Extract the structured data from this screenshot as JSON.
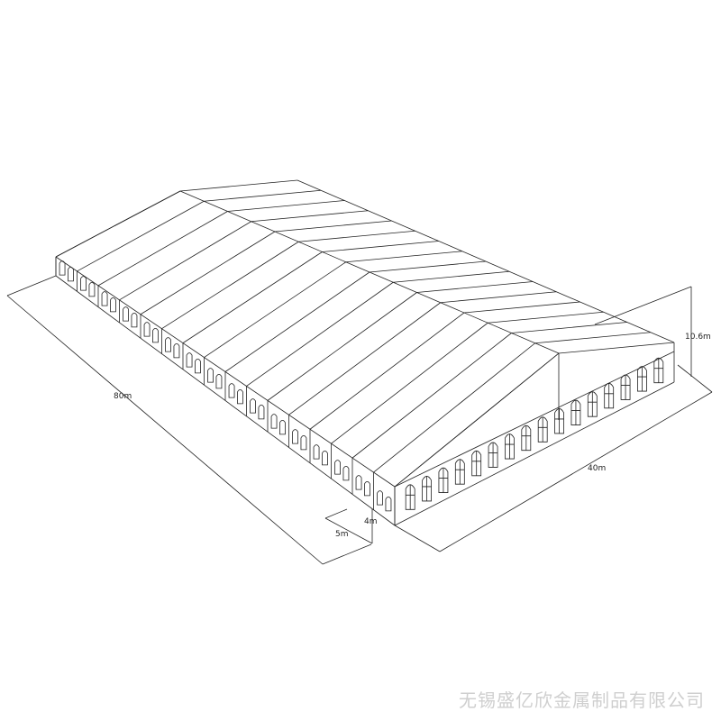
{
  "dimensions": {
    "length": "80m",
    "width": "40m",
    "ridge_height": "10.6m",
    "eave_height": "4m",
    "bay_span": "5m"
  },
  "watermark": "无锡盛亿欣金属制品有限公司",
  "colors": {
    "line": "#222222",
    "background": "#ffffff",
    "watermark": "#cfcfcf"
  },
  "structure": {
    "bays": 16
  }
}
